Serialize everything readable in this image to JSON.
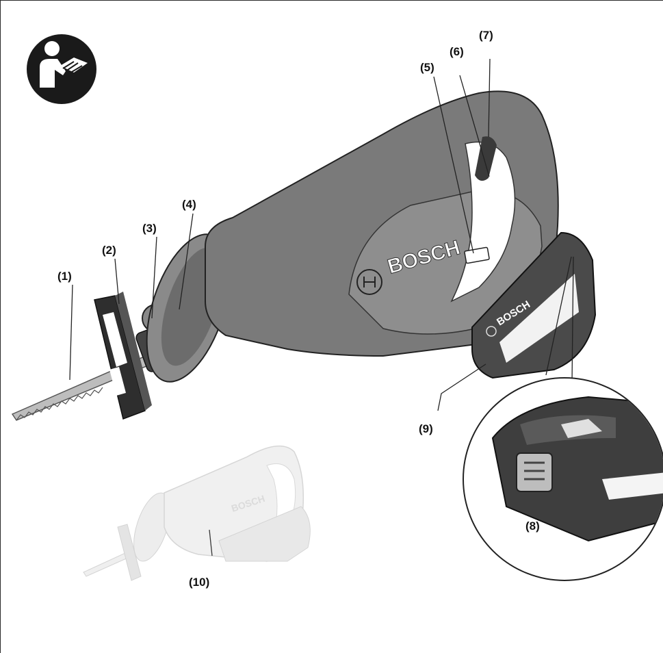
{
  "callouts": [
    {
      "id": "1",
      "label": "(1)"
    },
    {
      "id": "2",
      "label": "(2)"
    },
    {
      "id": "3",
      "label": "(3)"
    },
    {
      "id": "4",
      "label": "(4)"
    },
    {
      "id": "5",
      "label": "(5)"
    },
    {
      "id": "6",
      "label": "(6)"
    },
    {
      "id": "7",
      "label": "(7)"
    },
    {
      "id": "8",
      "label": "(8)"
    },
    {
      "id": "9",
      "label": "(9)"
    },
    {
      "id": "10",
      "label": "(10)"
    }
  ],
  "branding": {
    "tool_logo": "BOSCH",
    "battery_logo": "BOSCH",
    "ghost_logo": "BOSCH"
  },
  "icons": {
    "manual": "read-manual-icon"
  },
  "colors": {
    "tool_body": "#777777",
    "tool_dark": "#3a3a3a",
    "battery": "#4a4a4a",
    "blade": "#bdbdbd",
    "ghost": "#e6e6e6"
  }
}
